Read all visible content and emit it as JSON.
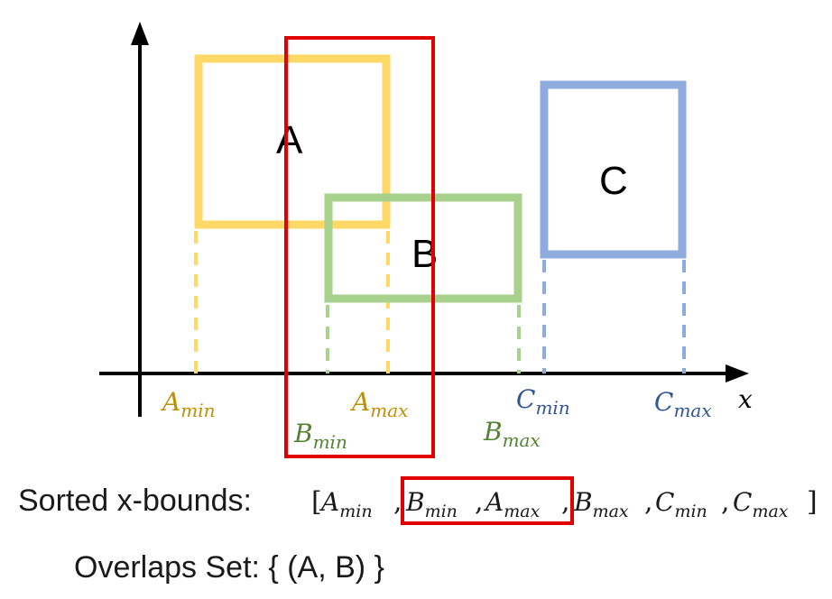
{
  "colors": {
    "box_a": "#FFD966",
    "box_b": "#A9D18E",
    "box_c": "#8FAADC",
    "highlight": "#E00000",
    "axis": "#000000",
    "label_a": "#BF9000",
    "label_b": "#548235",
    "label_c": "#2F5597"
  },
  "boxes": {
    "a": {
      "label": "A"
    },
    "b": {
      "label": "B"
    },
    "c": {
      "label": "C"
    }
  },
  "axis": {
    "x_label": "x"
  },
  "bounds": {
    "a_min": {
      "var": "A",
      "sub": "min"
    },
    "a_max": {
      "var": "A",
      "sub": "max"
    },
    "b_min": {
      "var": "B",
      "sub": "min"
    },
    "b_max": {
      "var": "B",
      "sub": "max"
    },
    "c_min": {
      "var": "C",
      "sub": "min"
    },
    "c_max": {
      "var": "C",
      "sub": "max"
    }
  },
  "sorted_bounds": {
    "label": "Sorted x-bounds:",
    "open_bracket": "[",
    "close_bracket": "]",
    "separator": ",",
    "items": [
      {
        "var": "A",
        "sub": "min"
      },
      {
        "var": "B",
        "sub": "min"
      },
      {
        "var": "A",
        "sub": "max"
      },
      {
        "var": "B",
        "sub": "max"
      },
      {
        "var": "C",
        "sub": "min"
      },
      {
        "var": "C",
        "sub": "max"
      }
    ]
  },
  "overlaps": {
    "text": "Overlaps Set: { (A, B) }"
  }
}
